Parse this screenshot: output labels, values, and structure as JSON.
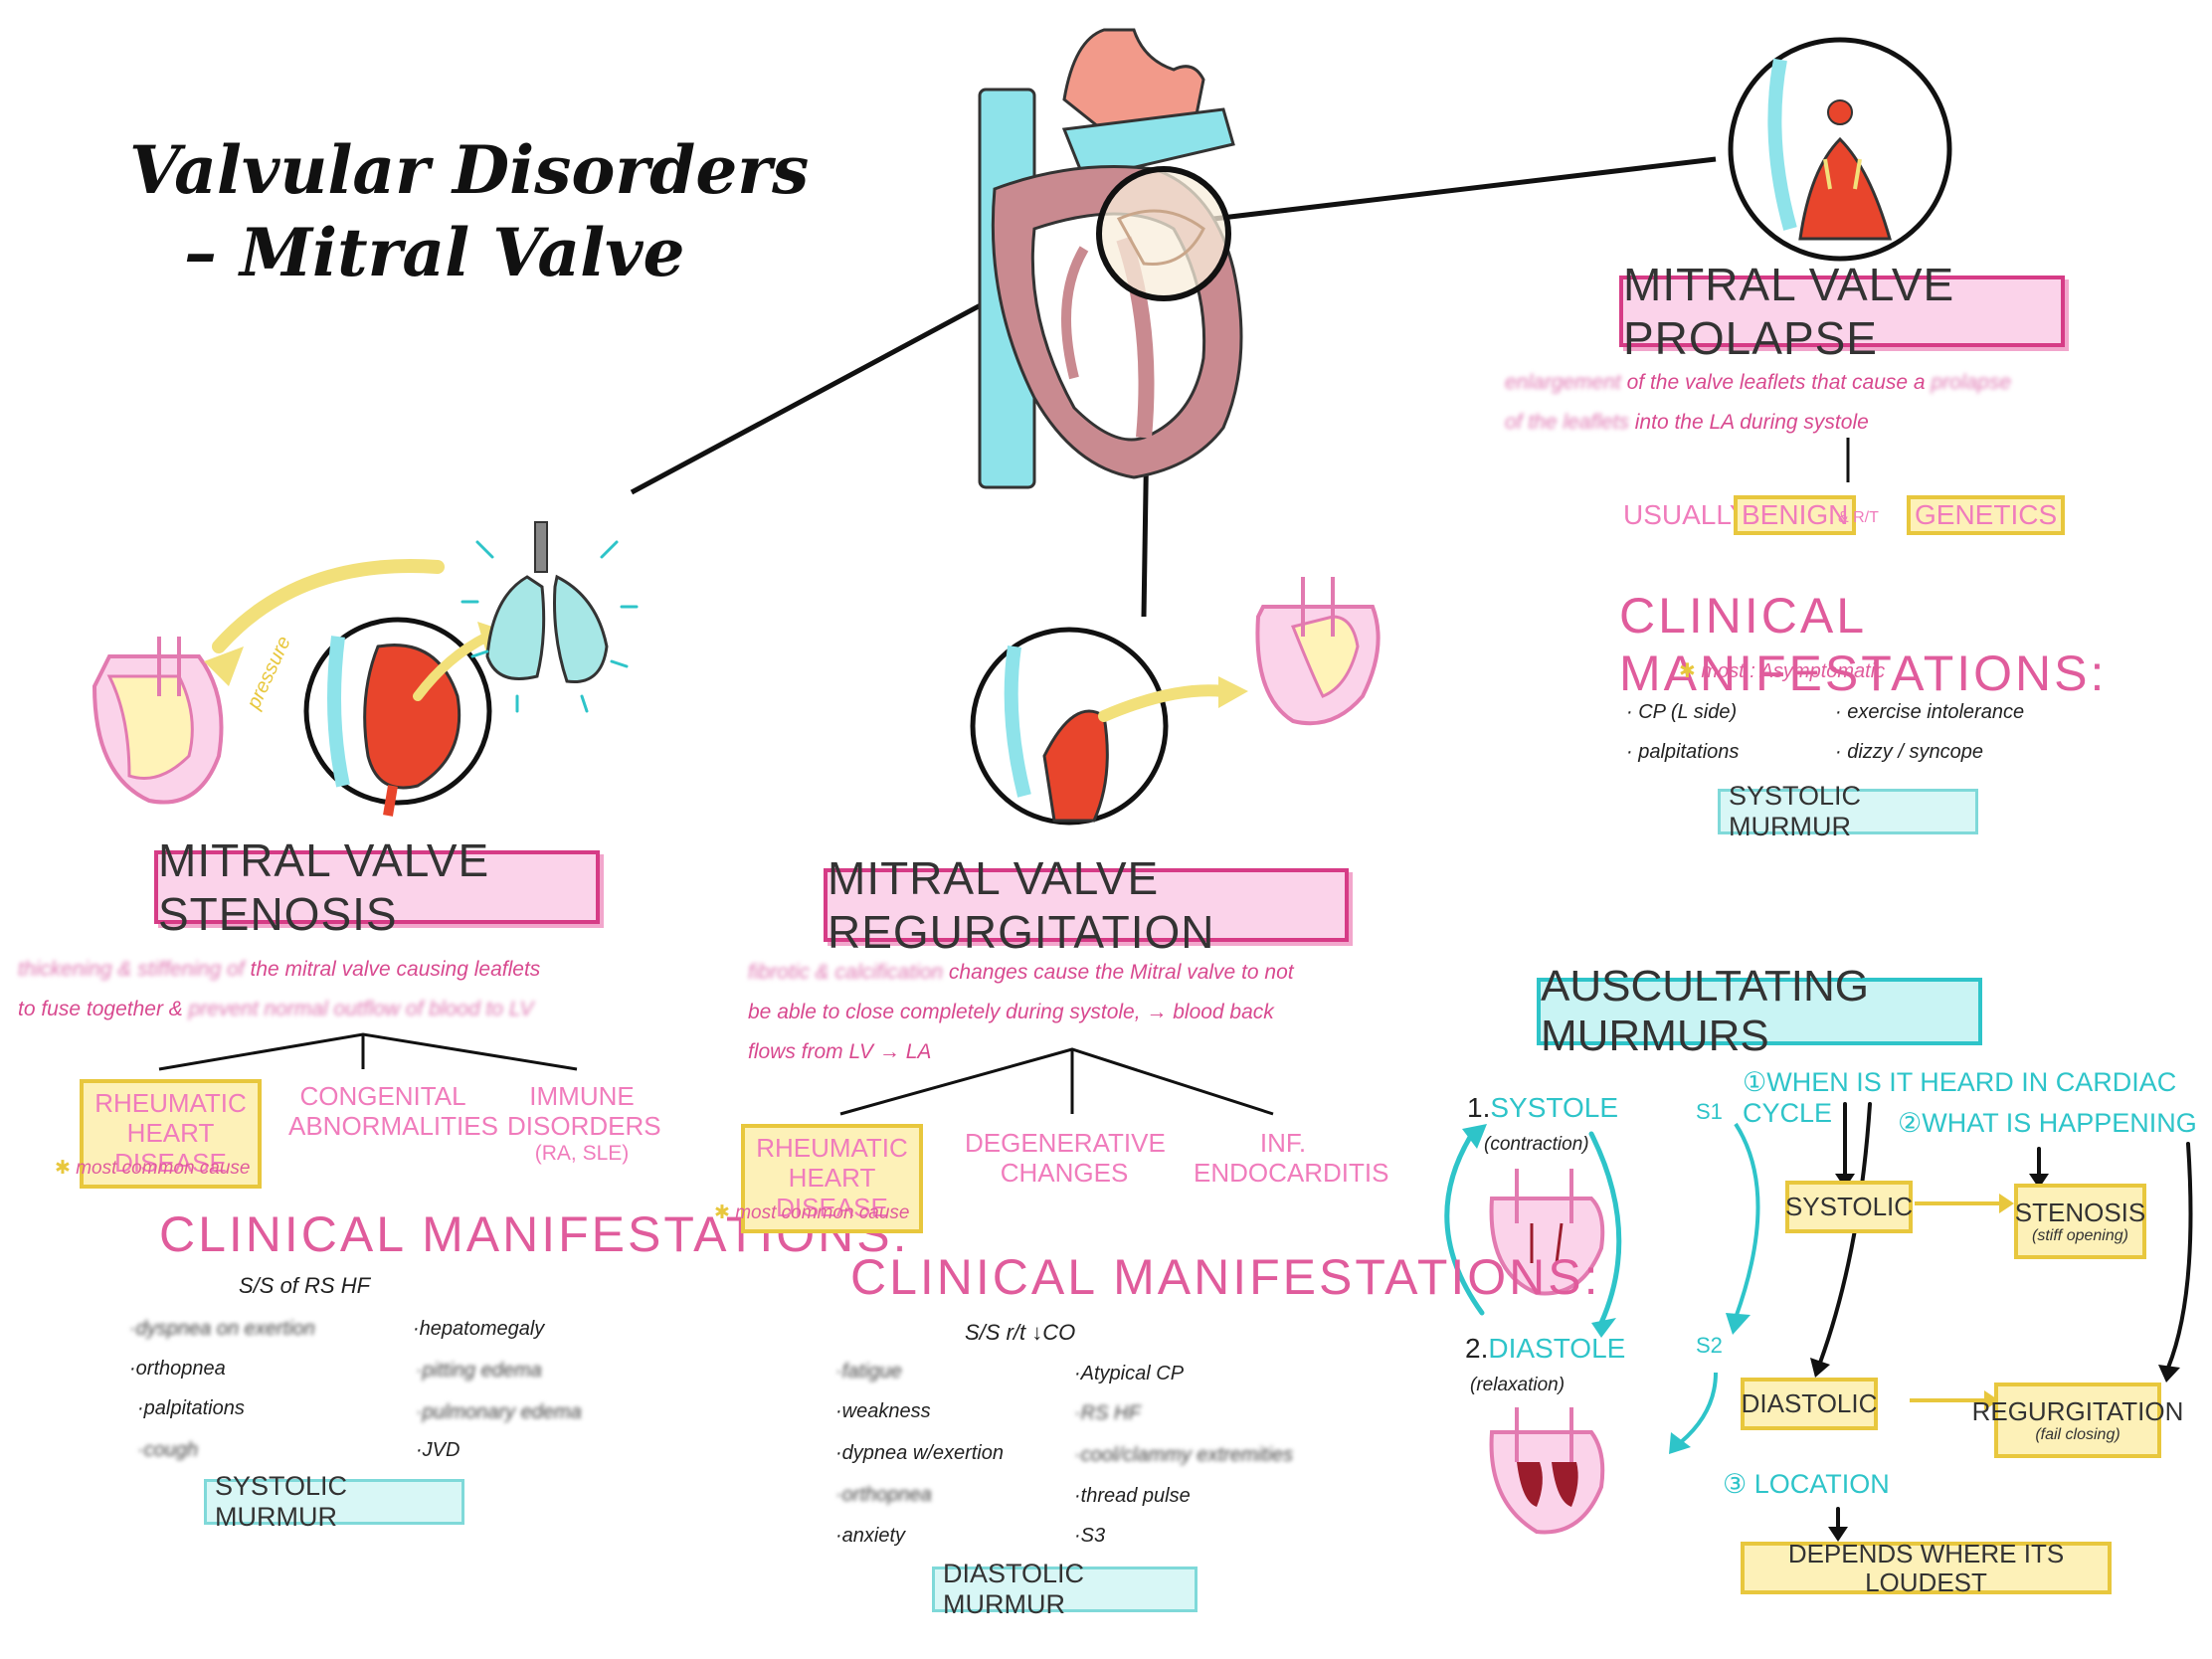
{
  "title": {
    "line1": "Valvular Disorders",
    "line2": "– Mitral Valve"
  },
  "stenosis": {
    "heading": "MITRAL VALVE STENOSIS",
    "desc_line1_blur": "thickening & stiffening of",
    "desc_line1": "the mitral valve causing leaflets",
    "desc_line2": "to fuse together &",
    "desc_line2_blur": "prevent normal outflow of blood to LV",
    "pressure_label": "pressure",
    "causes": [
      {
        "line1": "RHEUMATIC",
        "line2": "HEART DISEASE"
      },
      {
        "line1": "CONGENITAL",
        "line2": "ABNORMALITIES"
      },
      {
        "line1": "IMMUNE",
        "line2": "DISORDERS",
        "line3": "(RA, SLE)"
      }
    ],
    "cause_note": "most common cause",
    "cm_heading": "CLINICAL MANIFESTATIONS:",
    "cm_sub": "S/S of RS HF",
    "left_items": [
      "·dyspnea on exertion",
      "·orthopnea",
      "·palpitations",
      "·cough"
    ],
    "right_items": [
      "·hepatomegaly",
      "·pitting edema",
      "·pulmonary edema",
      "·JVD"
    ],
    "murmur": "SYSTOLIC MURMUR"
  },
  "regurgitation": {
    "heading": "MITRAL VALVE REGURGITATION",
    "desc_line1_blur": "fibrotic & calcification",
    "desc_line1": "changes cause the Mitral valve to not",
    "desc_line2": "be able to close completely during systole, → blood back",
    "desc_line3": "flows from LV → LA",
    "causes": [
      {
        "line1": "RHEUMATIC",
        "line2": "HEART DISEASE"
      },
      {
        "line1": "DEGENERATIVE",
        "line2": "CHANGES"
      },
      {
        "line1": "INF.",
        "line2": "ENDOCARDITIS"
      }
    ],
    "cause_note": "most common cause",
    "cm_heading": "CLINICAL MANIFESTATIONS:",
    "cm_sub": "S/S r/t ↓CO",
    "left_items": [
      "·fatigue",
      "·weakness",
      "·dypnea w/exertion",
      "·orthopnea",
      "·anxiety"
    ],
    "right_items": [
      "·Atypical CP",
      "·RS HF",
      "·cool/clammy extremities",
      "·thread pulse",
      "·S3"
    ],
    "murmur": "DIASTOLIC MURMUR"
  },
  "prolapse": {
    "heading": "MITRAL VALVE PROLAPSE",
    "desc_line1_blur": "enlargement",
    "desc_line1": "of the valve leaflets that cause a",
    "desc_line1_blur2": "prolapse",
    "desc_line2_blur": "of the leaflets",
    "desc_line2": "into the LA during systole",
    "usually": "USUALLY",
    "benign": "BENIGN",
    "rt": "& R/T",
    "genetics": "GENETICS",
    "cm_heading": "CLINICAL MANIFESTATIONS:",
    "most": "most : Asymptomatic",
    "left_items": [
      "· CP (L side)",
      "· palpitations"
    ],
    "right_items": [
      "· exercise intolerance",
      "· dizzy / syncope"
    ],
    "murmur": "SYSTOLIC MURMUR"
  },
  "auscultating": {
    "heading": "AUSCULTATING MURMURS",
    "systole_num": "1.",
    "systole": "SYSTOLE",
    "systole_sub": "(contraction)",
    "diastole_num": "2.",
    "diastole": "DIASTOLE",
    "diastole_sub": "(relaxation)",
    "s1": "S1",
    "s2": "S2",
    "q1": "①WHEN IS IT HEARD IN CARDIAC CYCLE",
    "q2": "②WHAT IS HAPPENING",
    "systolic": "SYSTOLIC",
    "stenosis": "STENOSIS",
    "stenosis_sub": "(stiff opening)",
    "diastolic": "DIASTOLIC",
    "regurgitation": "REGURGITATION",
    "regurgitation_sub": "(fail closing)",
    "q3": "③ LOCATION",
    "depends": "DEPENDS WHERE ITS LOUDEST"
  },
  "colors": {
    "pink": "#d63b86",
    "teal": "#2ec4c9",
    "yellow": "#e8c73d",
    "red": "#e8452c",
    "heart_wall": "#d4939a",
    "vessel_blue": "#8ee3ea",
    "aorta": "#f29a8a"
  }
}
